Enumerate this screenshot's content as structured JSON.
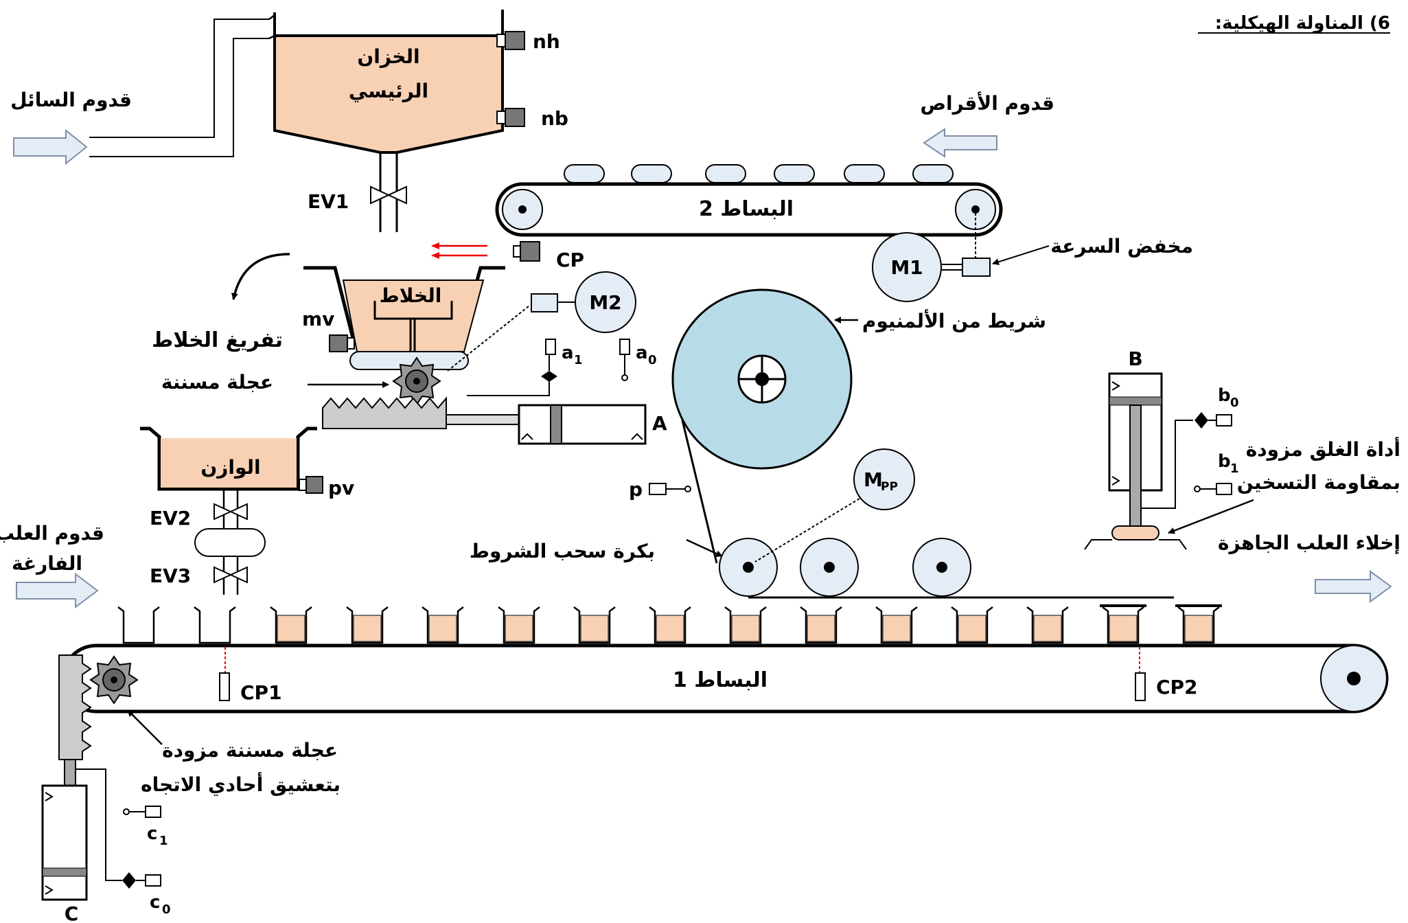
{
  "header": {
    "title": "6) المناولة الهيكلية:"
  },
  "tank": {
    "title_line1": "الخزان",
    "title_line2": "الرئيسي",
    "level_high": "nh",
    "level_low": "nb",
    "liquid_inlet": "قدوم السائل",
    "valve": "EV1",
    "fill_color": "#f8d1b4"
  },
  "mixer": {
    "title": "الخلاط",
    "sensor": "mv",
    "presence_sensor": "CP",
    "motor": "M2",
    "discharge": "تفريغ الخلاط",
    "gear_label": "عجلة مسننة"
  },
  "cylinder_a": {
    "name": "A",
    "sensor_top": "a",
    "sensor_top_sub": "1",
    "sensor_rest": "a",
    "sensor_rest_sub": "0"
  },
  "conveyor2": {
    "name": "البساط 2",
    "tablets_inlet": "قدوم الأقراص",
    "motor": "M1",
    "reducer": "مخفض السرعة"
  },
  "foil": {
    "label": "شريط من الألمنيوم",
    "motor": "M",
    "motor_sub": "PP",
    "sensor": "p",
    "pulley_label": "بكرة سحب الشروط",
    "fill_color": "#b7dce7"
  },
  "weigher": {
    "title": "الوازن",
    "sensor": "pv",
    "valve1": "EV2",
    "valve2": "EV3"
  },
  "cylinder_b": {
    "name": "B",
    "sensor_rest": "b",
    "sensor_rest_sub": "0",
    "sensor_out": "b",
    "sensor_out_sub": "1",
    "tool_label_line1": "أداة الغلق مزودة",
    "tool_label_line2": "بمقاومة التسخين",
    "outlet": "إخلاء العلب الجاهزة"
  },
  "conveyor1": {
    "name": "البساط 1",
    "cans_inlet_line1": "قدوم العلب",
    "cans_inlet_line2": "الفارغة",
    "sensor1": "CP1",
    "sensor2": "CP2",
    "filled_color": "#f8d1b4"
  },
  "cylinder_c": {
    "name": "C",
    "sensor_out": "c",
    "sensor_out_sub": "1",
    "sensor_rest": "c",
    "sensor_rest_sub": "0",
    "gear_label_line1": "عجلة مسننة مزودة",
    "gear_label_line2": "بتعشيق أحادي الاتجاه"
  }
}
